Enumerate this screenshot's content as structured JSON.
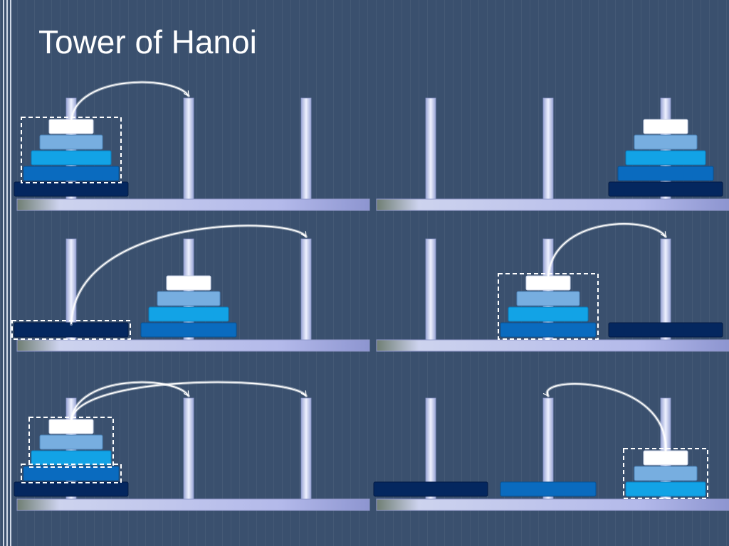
{
  "slide": {
    "title": "Tower of Hanoi"
  },
  "colors": {
    "background": "#3a506e",
    "peg": "#c7d1ee",
    "base": "#b0b7e8",
    "disk1": "#ffffff",
    "disk2": "#77aee0",
    "disk3": "#12a3e6",
    "disk4": "#0a6bbf",
    "disk5": "#04275f",
    "selection": "#ffffff",
    "arrow": "#ffffff"
  },
  "diagram": {
    "panels": [
      {
        "position": "top-left",
        "pegs": [
          [
            5,
            4,
            3,
            2,
            1
          ],
          [],
          []
        ],
        "selection": [
          {
            "peg": 0,
            "disks": [
              1,
              2,
              3,
              4
            ]
          }
        ],
        "arrows": [
          {
            "from": 0,
            "to": 1
          }
        ]
      },
      {
        "position": "top-right",
        "pegs": [
          [],
          [],
          [
            5,
            4,
            3,
            2,
            1
          ]
        ],
        "selection": [],
        "arrows": []
      },
      {
        "position": "middle-left",
        "pegs": [
          [
            5
          ],
          [
            4,
            3,
            2,
            1
          ],
          []
        ],
        "selection": [
          {
            "peg": 0,
            "disks": [
              5
            ]
          }
        ],
        "arrows": [
          {
            "from": 0,
            "to": 2
          }
        ]
      },
      {
        "position": "middle-right",
        "pegs": [
          [],
          [
            4,
            3,
            2,
            1
          ],
          [
            5
          ]
        ],
        "selection": [
          {
            "peg": 1,
            "disks": [
              1,
              2,
              3,
              4
            ]
          }
        ],
        "arrows": [
          {
            "from": 1,
            "to": 2
          }
        ]
      },
      {
        "position": "bottom-left",
        "pegs": [
          [
            5,
            4,
            3,
            2,
            1
          ],
          [],
          []
        ],
        "selection": [
          {
            "peg": 0,
            "disks": [
              1,
              2,
              3
            ]
          },
          {
            "peg": 0,
            "disks": [
              4
            ]
          }
        ],
        "arrows": [
          {
            "from": 0,
            "to": 1
          },
          {
            "from": 0,
            "to": 2
          }
        ]
      },
      {
        "position": "bottom-right",
        "pegs": [
          [
            5
          ],
          [
            4
          ],
          [
            3,
            2,
            1
          ]
        ],
        "selection": [
          {
            "peg": 2,
            "disks": [
              1,
              2,
              3
            ]
          }
        ],
        "arrows": [
          {
            "from": 2,
            "to": 1
          }
        ]
      }
    ]
  }
}
